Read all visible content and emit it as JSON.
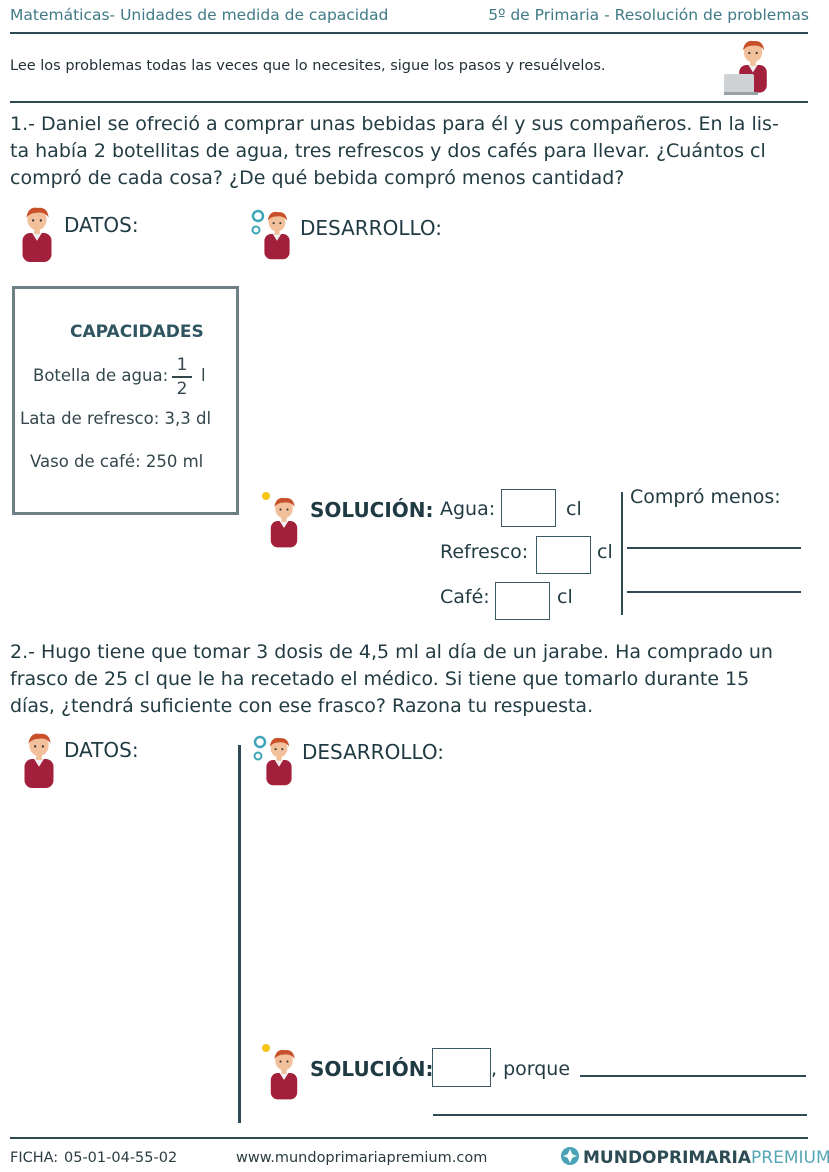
{
  "header": {
    "left": "Matemáticas- Unidades de medida de capacidad",
    "right": "5º de Primaria - Resolución de problemas"
  },
  "instructions": "Lee los problemas todas las veces que lo necesites, sigue los pasos y resuélvelos.",
  "problem1": {
    "text_line1": "1.- Daniel se ofreció a comprar unas bebidas para él y sus compañeros. En la lis-",
    "text_line2": "ta había 2 botellitas de agua, tres refrescos y dos cafés para llevar. ¿Cuántos cl",
    "text_line3": "compró de cada cosa? ¿De qué bebida compró menos cantidad?",
    "datos_label": "DATOS:",
    "desarrollo_label": "DESARROLLO:",
    "capacities": {
      "title": "CAPACIDADES",
      "bottle_label": "Botella de agua:",
      "bottle_num": "1",
      "bottle_den": "2",
      "bottle_unit": "l",
      "can": "Lata de refresco: 3,3 dl",
      "coffee": "Vaso de café: 250 ml"
    },
    "solution": {
      "label": "SOLUCIÓN:",
      "agua": "Agua:",
      "refresco": "Refresco:",
      "cafe": "Café:",
      "unit": "cl",
      "compro_menos": "Compró menos:"
    }
  },
  "problem2": {
    "text_line1": "2.- Hugo tiene que tomar 3 dosis de 4,5 ml al día de un jarabe. Ha comprado un",
    "text_line2": "frasco de 25 cl que le ha recetado el médico. Si tiene que tomarlo durante 15",
    "text_line3": "días, ¿tendrá suficiente con ese frasco? Razona tu respuesta.",
    "datos_label": "DATOS:",
    "desarrollo_label": "DESARROLLO:",
    "solution_label": "SOLUCIÓN:",
    "porque": ", porque"
  },
  "footer": {
    "ficha_label": "FICHA:",
    "ficha_code": "05-01-04-55-02",
    "website": "www.mundoprimariapremium.com",
    "brand_a": "MUNDO",
    "brand_b": "PRIMARIA",
    "brand_c": "PREMIUM"
  },
  "colors": {
    "accent": "#3f7a86",
    "rule": "#2e4a52",
    "shirt": "#a3203d",
    "hair": "#c8502b"
  }
}
